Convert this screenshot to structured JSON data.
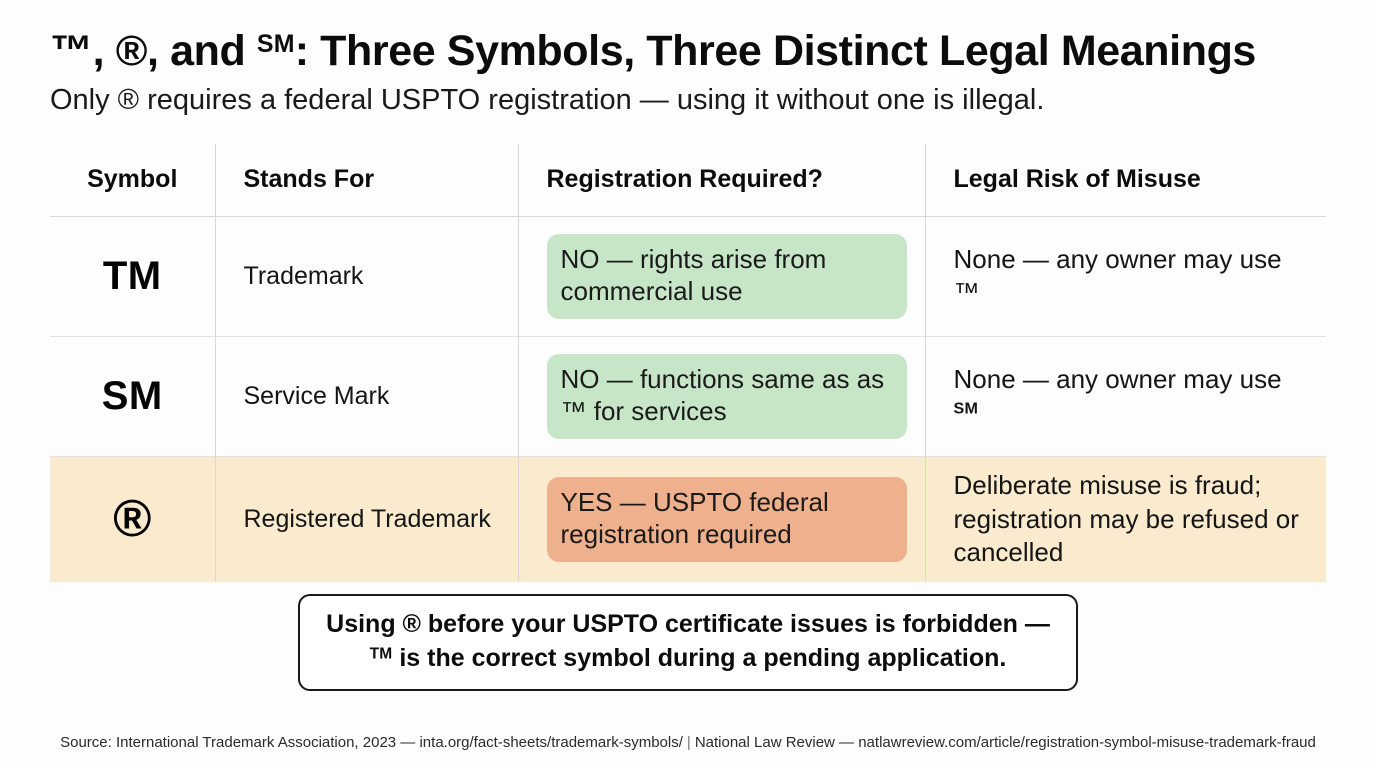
{
  "header": {
    "title_prefix": "™, ®, and ",
    "title_sm": "SM",
    "title_rest": ": Three Symbols, Three Distinct Legal Meanings",
    "subtitle": "Only ® requires a federal USPTO registration — using it without one is illegal."
  },
  "table": {
    "columns": [
      {
        "key": "symbol",
        "label": "Symbol"
      },
      {
        "key": "stands_for",
        "label": "Stands For"
      },
      {
        "key": "registration_required",
        "label": "Registration Required?"
      },
      {
        "key": "legal_risk",
        "label": "Legal Risk of Misuse"
      }
    ],
    "rows": [
      {
        "symbol": "TM",
        "stands_for": "Trademark",
        "registration_required": "NO — rights arise from commercial use",
        "registration_tone": "green",
        "legal_risk_prefix": "None — any owner may use ",
        "legal_risk_symbol": "™",
        "legal_risk_symbol_style": "plain",
        "highlighted": "false"
      },
      {
        "symbol": "SM",
        "stands_for": "Service Mark",
        "registration_required": "NO — functions same as as ™ for services",
        "registration_tone": "green",
        "legal_risk_prefix": "None — any owner may use ",
        "legal_risk_symbol": "SM",
        "legal_risk_symbol_style": "superscript",
        "highlighted": "false"
      },
      {
        "symbol": "®",
        "stands_for": "Registered Trademark",
        "registration_required": "YES — USPTO federal registration required",
        "registration_tone": "orange",
        "legal_risk_prefix": "Deliberate misuse is fraud; registration may be refused or cancelled",
        "legal_risk_symbol": "",
        "legal_risk_symbol_style": "none",
        "highlighted": "true"
      }
    ]
  },
  "callout": {
    "line1": "Using ® before your USPTO certificate issues is forbidden —",
    "line2_sm": "TM",
    "line2_rest": " is the correct symbol during a pending application."
  },
  "source": {
    "part1": "Source: International Trademark Association, 2023 — inta.org/fact-sheets/trademark-symbols/",
    "divider": "|",
    "part2": "National Law Review — natlawreview.com/article/registration-symbol-misuse-trademark-fraud"
  },
  "colors": {
    "background": "#fdfdfd",
    "green_pill": "#c7e6c8",
    "orange_pill": "#eeb08d",
    "highlight_row": "#faeace",
    "rule": "#d8d8d8",
    "text": "#111111"
  }
}
